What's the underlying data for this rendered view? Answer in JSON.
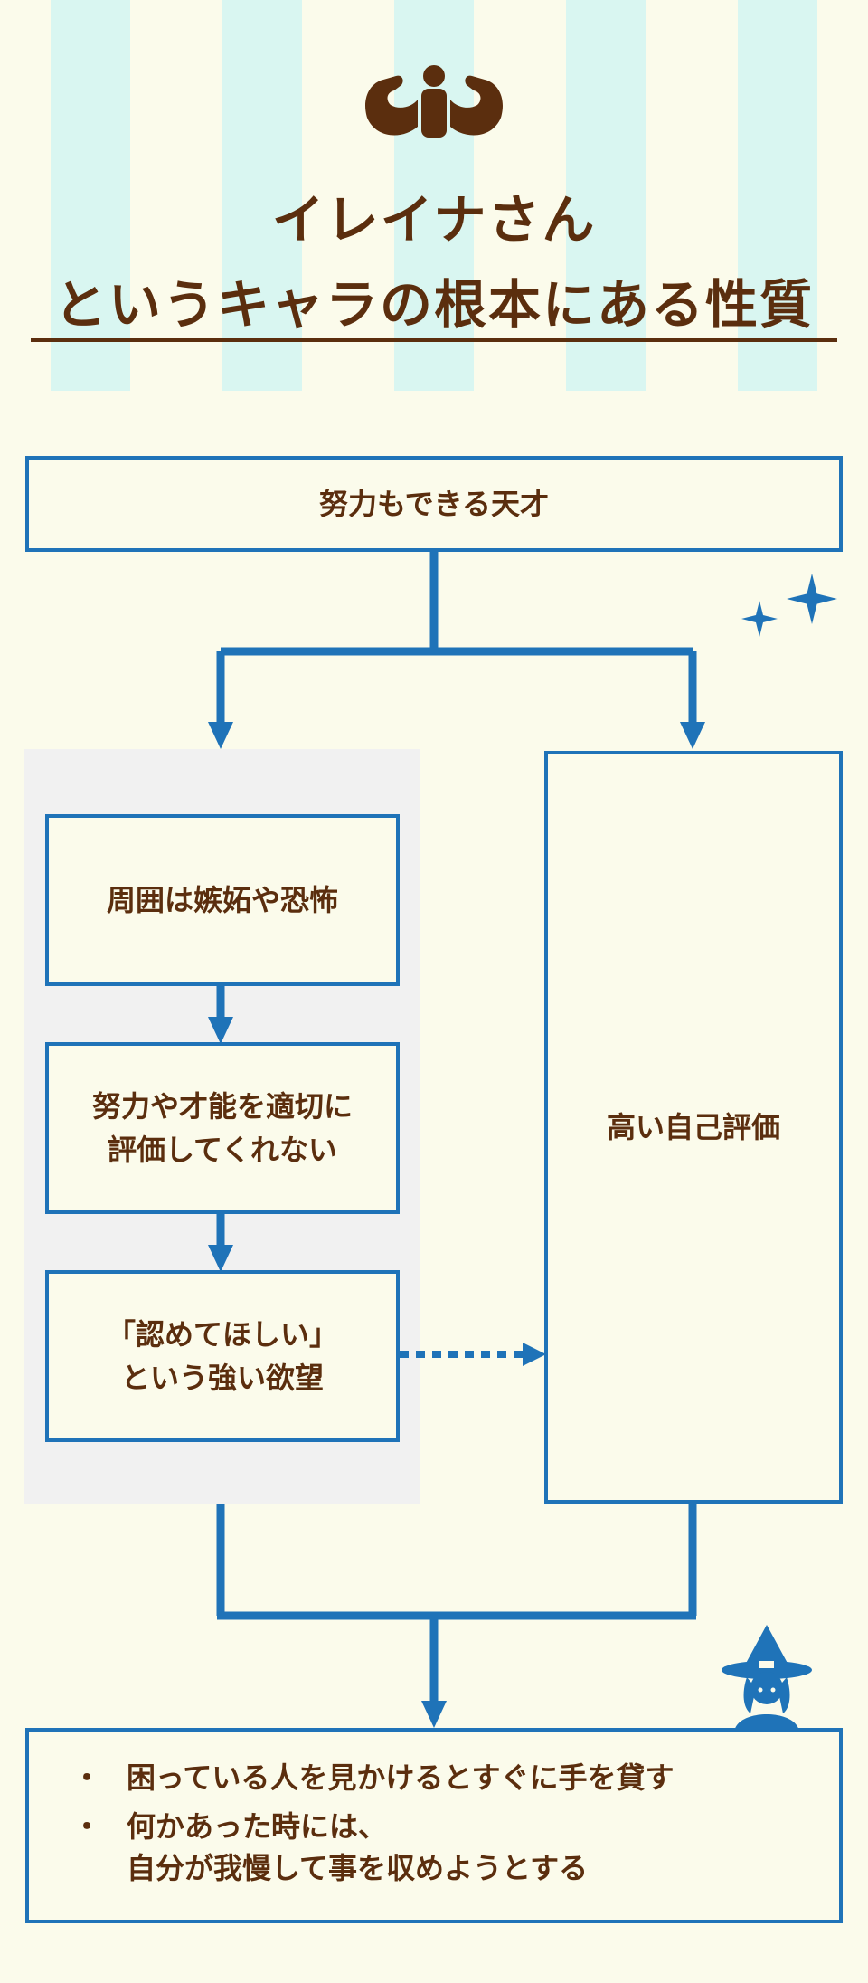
{
  "header": {
    "title_line1": "イレイナさん",
    "title_line2": "というキャラの根本にある性質",
    "icon": "flexed-arm-muscle-icon"
  },
  "flow": {
    "top_box": "努力もできる天才",
    "left_boxes": [
      "周囲は嫉妬や恐怖",
      "努力や才能を適切に\n評価してくれない",
      "「認めてほしい」\nという強い欲望"
    ],
    "right_box": "高い自己評価"
  },
  "result": {
    "bullet_symbol": "・",
    "items": [
      "困っている人を見かけるとすぐに手を貸す",
      "何かあった時には、\n自分が我慢して事を収めようとする"
    ]
  },
  "decorations": {
    "sparkle": "sparkle-icon",
    "character": "witch-icon"
  },
  "colors": {
    "accent": "#1f73b8",
    "text": "#5b2e0e",
    "stripe": "#d9f6f1",
    "background": "#fbfbeb",
    "panel": "#f1f1f1"
  }
}
